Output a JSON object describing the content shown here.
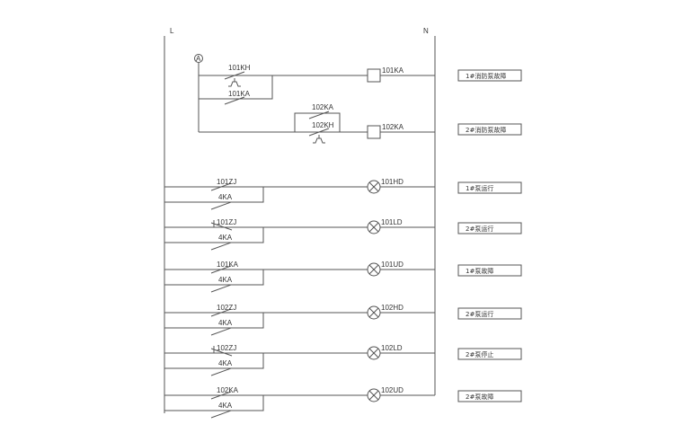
{
  "rails": {
    "left": "L",
    "right": "N"
  },
  "junction_label": "A",
  "relay_rungs": [
    {
      "main_contact": "101KH",
      "main_type": "NC-thermal",
      "branch_contact": "101KA",
      "coil": "101KA",
      "description": "1#消防泵故障"
    },
    {
      "main_contact": "102KH",
      "main_type": "NC-thermal",
      "branch_contact": "102KA",
      "coil": "102KA",
      "description": "2#消防泵故障"
    }
  ],
  "lamp_rungs": [
    {
      "contact": "101ZJ",
      "contact_type": "NO",
      "test_contact": "4KA",
      "lamp": "101HD",
      "description": "1#泵运行"
    },
    {
      "contact": "101ZJ",
      "contact_type": "NC",
      "test_contact": "4KA",
      "lamp": "101LD",
      "description": "2#泵运行"
    },
    {
      "contact": "101KA",
      "contact_type": "NO",
      "test_contact": "4KA",
      "lamp": "101UD",
      "description": "1#泵故障"
    },
    {
      "contact": "102ZJ",
      "contact_type": "NO",
      "test_contact": "4KA",
      "lamp": "102HD",
      "description": "2#泵运行"
    },
    {
      "contact": "102ZJ",
      "contact_type": "NC",
      "test_contact": "4KA",
      "lamp": "102LD",
      "description": "2#泵停止"
    },
    {
      "contact": "102KA",
      "contact_type": "NO",
      "test_contact": "4KA",
      "lamp": "102UD",
      "description": "2#泵故障"
    }
  ]
}
